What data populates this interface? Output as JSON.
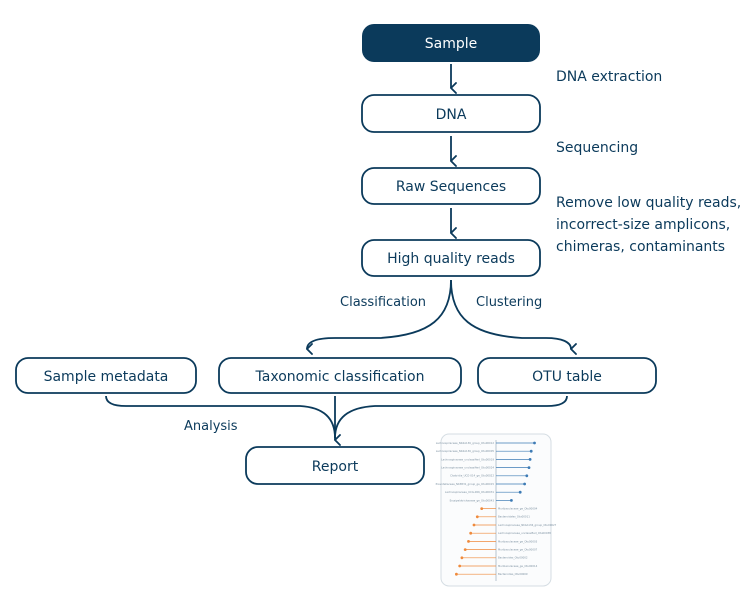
{
  "nodes": {
    "sample": "Sample",
    "dna": "DNA",
    "raw": "Raw Sequences",
    "hq": "High quality reads",
    "metadata": "Sample metadata",
    "taxonomic": "Taxonomic classification",
    "otu": "OTU table",
    "report": "Report"
  },
  "steps": {
    "dna_extraction": "DNA extraction",
    "sequencing": "Sequencing",
    "qc_line1": "Remove low quality reads,",
    "qc_line2": "incorrect-size amplicons,",
    "qc_line3": "chimeras, contaminants"
  },
  "edges": {
    "classification": "Classification",
    "clustering": "Clustering",
    "analysis": "Analysis"
  },
  "colors": {
    "primary": "#0b3a5b",
    "positive": "#3d7bb5",
    "negative": "#ef8a3c"
  },
  "thumbnail_chart": {
    "rows": [
      {
        "label": "Lachnospiraceae_NK4A136_group_Otu00012",
        "value": 3.5
      },
      {
        "label": "Lachnospiraceae_NK4A136_group_Otu00005",
        "value": 3.2
      },
      {
        "label": "Lachnospiraceae_unclassified_Otu00019",
        "value": 3.1
      },
      {
        "label": "Lachnospiraceae_unclassified_Otu00024",
        "value": 3.0
      },
      {
        "label": "Clostridia_UCG-014_ge_Otu00022",
        "value": 2.8
      },
      {
        "label": "Prevotellaceae_NK3B31_group_ge_Otu00015",
        "value": 2.6
      },
      {
        "label": "Lachnospiraceae_UCG-006_Otu00031",
        "value": 2.2
      },
      {
        "label": "Erysipelotrichaceae_ge_Otu00043",
        "value": 1.4
      },
      {
        "label": "Muribaculaceae_ge_Otu00004",
        "value": -1.3
      },
      {
        "label": "Bacteroidales_Otu00011",
        "value": -1.7
      },
      {
        "label": "Lachnospiraceae_NK4A136_group_Otu00027",
        "value": -2.0
      },
      {
        "label": "Lachnospiraceae_unclassified_Otu00038",
        "value": -2.3
      },
      {
        "label": "Muribaculaceae_ge_Otu00003",
        "value": -2.5
      },
      {
        "label": "Muribaculaceae_ge_Otu00007",
        "value": -2.8
      },
      {
        "label": "Bacteroides_Otu00002",
        "value": -3.1
      },
      {
        "label": "Muribaculaceae_ge_Otu00014",
        "value": -3.3
      },
      {
        "label": "Bacteroides_Otu00009",
        "value": -3.6
      }
    ]
  }
}
